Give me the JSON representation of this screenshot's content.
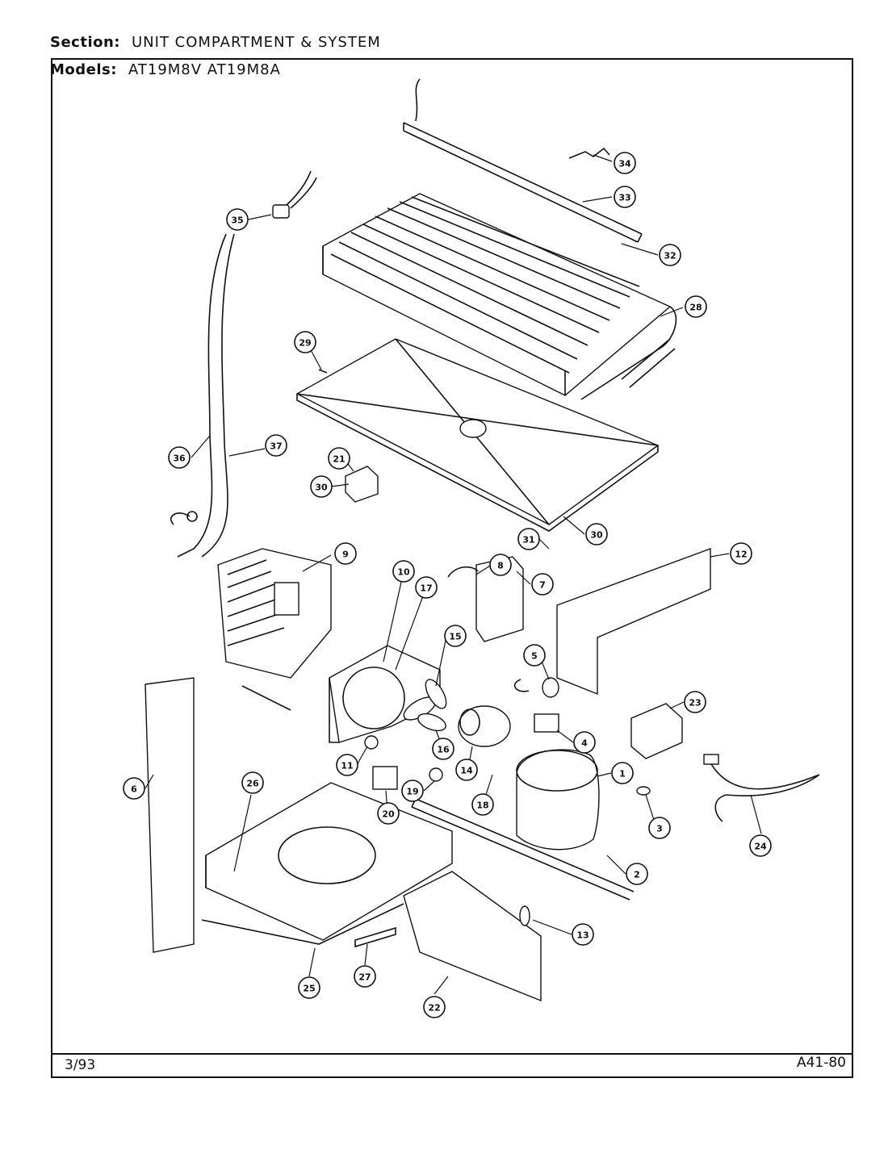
{
  "header": {
    "section_label": "Section:",
    "section_value": "UNIT COMPARTMENT & SYSTEM",
    "models_label": "Models:",
    "models_value": "AT19M8V AT19M8A"
  },
  "footer": {
    "date": "3/93",
    "doc_id": "A41-80"
  },
  "callouts": [
    "34",
    "33",
    "35",
    "32",
    "28",
    "29",
    "36",
    "37",
    "21",
    "30",
    "30",
    "31",
    "9",
    "10",
    "17",
    "8",
    "7",
    "12",
    "15",
    "5",
    "6",
    "23",
    "4",
    "11",
    "16",
    "14",
    "1",
    "26",
    "20",
    "19",
    "18",
    "3",
    "24",
    "2",
    "13",
    "27",
    "25",
    "22"
  ]
}
